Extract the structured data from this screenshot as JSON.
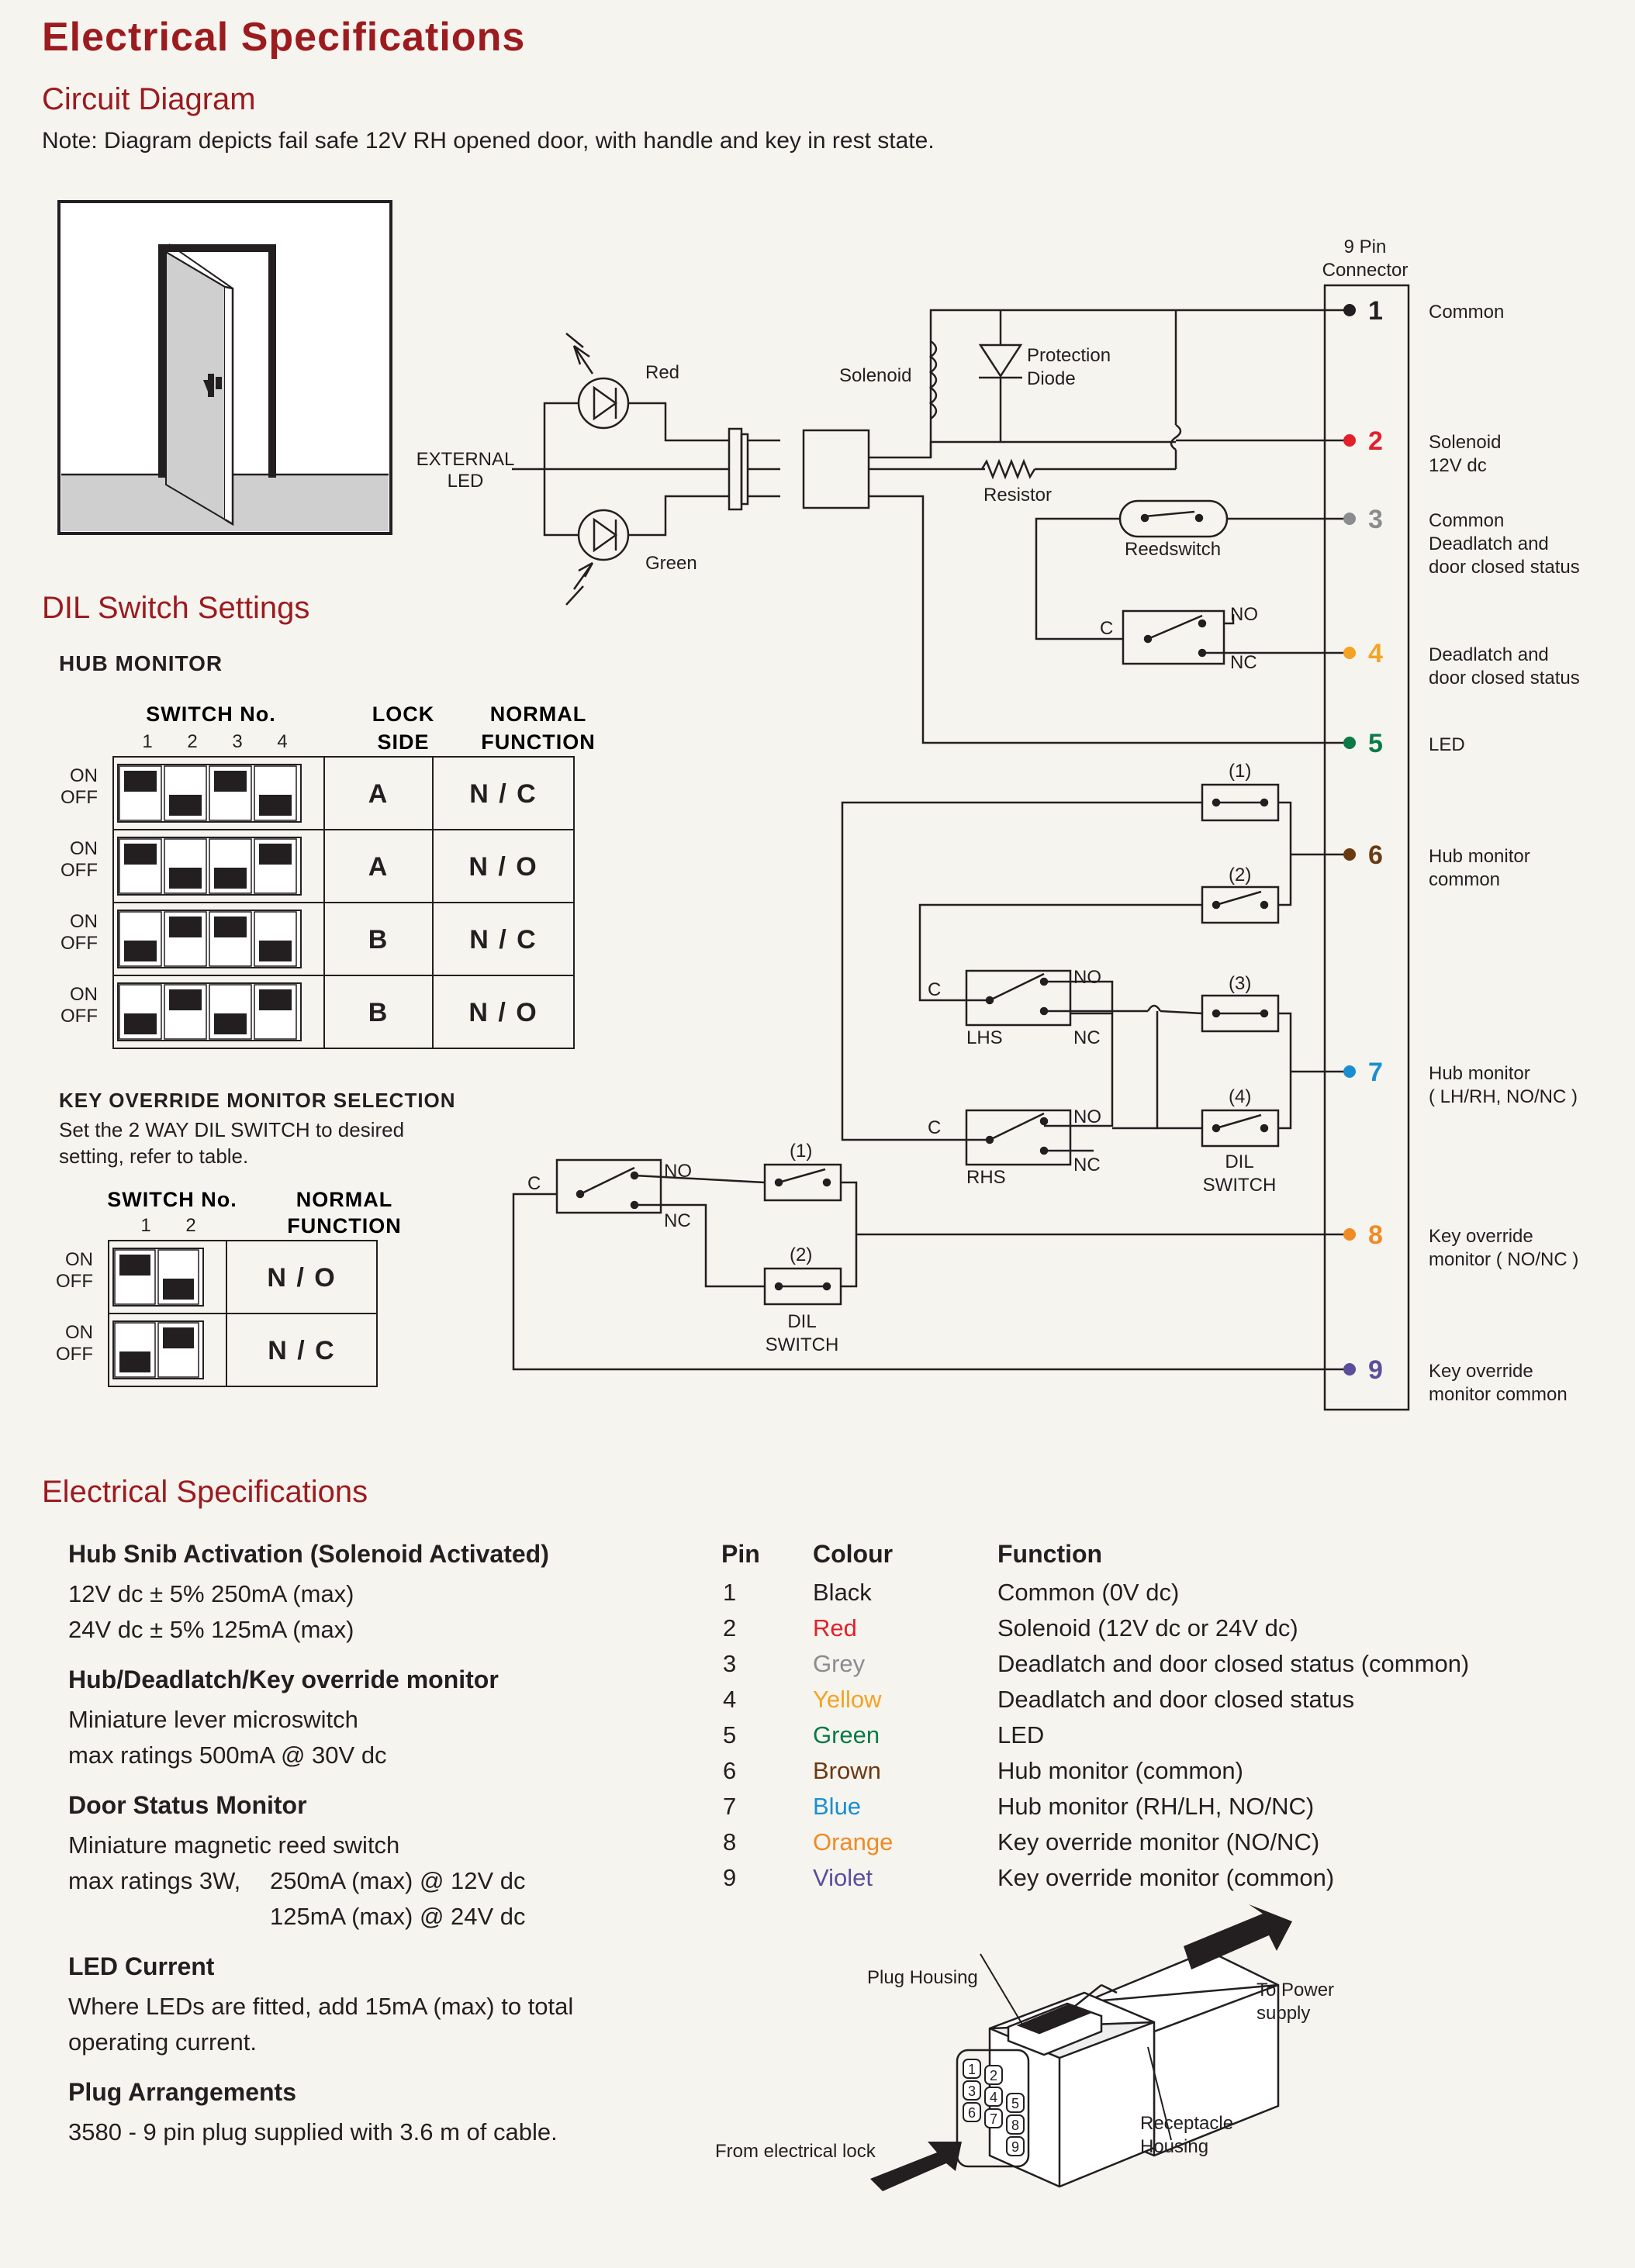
{
  "page": {
    "title": "Electrical Specifications",
    "circuit_title": "Circuit Diagram",
    "note": "Note: Diagram depicts fail safe 12V RH opened door, with handle and key in rest state."
  },
  "diagram": {
    "connector_title_1": "9 Pin",
    "connector_title_2": "Connector",
    "external_led_1": "EXTERNAL",
    "external_led_2": "LED",
    "red": "Red",
    "green": "Green",
    "solenoid": "Solenoid",
    "protection_1": "Protection",
    "protection_2": "Diode",
    "resistor": "Resistor",
    "reedswitch": "Reedswitch",
    "c": "C",
    "no": "NO",
    "nc": "NC",
    "lhs": "LHS",
    "rhs": "RHS",
    "dil_1": "DIL",
    "dil_2": "SWITCH",
    "sw1": "(1)",
    "sw2": "(2)",
    "sw3": "(3)",
    "sw4": "(4)",
    "pins": [
      {
        "num": "1",
        "color": "#231f20",
        "desc": [
          "Common"
        ]
      },
      {
        "num": "2",
        "color": "#e2202c",
        "desc": [
          "Solenoid",
          "12V dc"
        ]
      },
      {
        "num": "3",
        "color": "#8a8c8e",
        "desc": [
          "Common",
          "Deadlatch and",
          "door closed status"
        ]
      },
      {
        "num": "4",
        "color": "#f4a324",
        "desc": [
          "Deadlatch and",
          "door closed status"
        ]
      },
      {
        "num": "5",
        "color": "#0a7a47",
        "desc": [
          "LED"
        ]
      },
      {
        "num": "6",
        "color": "#6b3a10",
        "desc": [
          "Hub monitor",
          "common"
        ]
      },
      {
        "num": "7",
        "color": "#1a8fd0",
        "desc": [
          "Hub monitor",
          "( LH/RH, NO/NC )"
        ]
      },
      {
        "num": "8",
        "color": "#f08a24",
        "desc": [
          "Key override",
          "monitor ( NO/NC )"
        ]
      },
      {
        "num": "9",
        "color": "#5c4e9a",
        "desc": [
          "Key override",
          "monitor common"
        ]
      }
    ]
  },
  "dil": {
    "title": "DIL Switch Settings",
    "hub_monitor": "HUB MONITOR",
    "switch_no": "SWITCH No.",
    "nums4": [
      "1",
      "2",
      "3",
      "4"
    ],
    "lock_side_1": "LOCK",
    "lock_side_2": "SIDE",
    "normal_1": "NORMAL",
    "normal_2": "FUNCTION",
    "on": "ON",
    "off": "OFF",
    "hub_rows": [
      {
        "states": [
          "on",
          "off",
          "on",
          "off"
        ],
        "side": "A",
        "func": "N / C"
      },
      {
        "states": [
          "on",
          "off",
          "off",
          "on"
        ],
        "side": "A",
        "func": "N / O"
      },
      {
        "states": [
          "off",
          "on",
          "on",
          "off"
        ],
        "side": "B",
        "func": "N / C"
      },
      {
        "states": [
          "off",
          "on",
          "off",
          "on"
        ],
        "side": "B",
        "func": "N / O"
      }
    ],
    "key_title": "KEY OVERRIDE MONITOR SELECTION",
    "key_note_1": "Set the 2 WAY DIL SWITCH to desired",
    "key_note_2": "setting, refer to table.",
    "nums2": [
      "1",
      "2"
    ],
    "key_rows": [
      {
        "states": [
          "on",
          "off"
        ],
        "func": "N / O"
      },
      {
        "states": [
          "off",
          "on"
        ],
        "func": "N / C"
      }
    ]
  },
  "specs": {
    "title": "Electrical Specifications",
    "hub_snib_h": "Hub Snib Activation (Solenoid Activated)",
    "hub_snib_1": "12V dc ± 5% 250mA (max)",
    "hub_snib_2": "24V dc ± 5% 125mA (max)",
    "monitor_h": "Hub/Deadlatch/Key override monitor",
    "monitor_1": "Miniature lever microswitch",
    "monitor_2": "max ratings 500mA @ 30V dc",
    "door_h": "Door Status Monitor",
    "door_1": "Miniature magnetic reed switch",
    "door_2a": "max ratings 3W,",
    "door_2b": "250mA (max) @ 12V dc",
    "door_3": "125mA (max) @ 24V dc",
    "led_h": "LED Current",
    "led_1": "Where LEDs are fitted, add 15mA (max) to total",
    "led_2": "operating current.",
    "plug_h": "Plug Arrangements",
    "plug_1": "3580 - 9 pin plug supplied with 3.6 m of cable."
  },
  "pin_table": {
    "headers": [
      "Pin",
      "Colour",
      "Function"
    ],
    "rows": [
      {
        "pin": "1",
        "colour": "Black",
        "color": "#231f20",
        "function": "Common (0V dc)"
      },
      {
        "pin": "2",
        "colour": "Red",
        "color": "#e2202c",
        "function": "Solenoid (12V dc or 24V dc)"
      },
      {
        "pin": "3",
        "colour": "Grey",
        "color": "#8a8c8e",
        "function": "Deadlatch and door closed status (common)"
      },
      {
        "pin": "4",
        "colour": "Yellow",
        "color": "#f4a324",
        "function": "Deadlatch and door closed status"
      },
      {
        "pin": "5",
        "colour": "Green",
        "color": "#0a7a47",
        "function": "LED"
      },
      {
        "pin": "6",
        "colour": "Brown",
        "color": "#6b3a10",
        "function": "Hub monitor (common)"
      },
      {
        "pin": "7",
        "colour": "Blue",
        "color": "#1a8fd0",
        "function": "Hub monitor (RH/LH, NO/NC)"
      },
      {
        "pin": "8",
        "colour": "Orange",
        "color": "#f08a24",
        "function": "Key override monitor (NO/NC)"
      },
      {
        "pin": "9",
        "colour": "Violet",
        "color": "#5c4e9a",
        "function": "Key override monitor (common)"
      }
    ]
  },
  "plug": {
    "plug_housing": "Plug Housing",
    "to_power_1": "To Power",
    "to_power_2": "supply",
    "receptacle_1": "Receptacle",
    "receptacle_2": "Housing",
    "from_lock": "From electrical lock",
    "pin_labels": [
      "1",
      "2",
      "3",
      "4",
      "5",
      "6",
      "7",
      "8",
      "9"
    ]
  }
}
